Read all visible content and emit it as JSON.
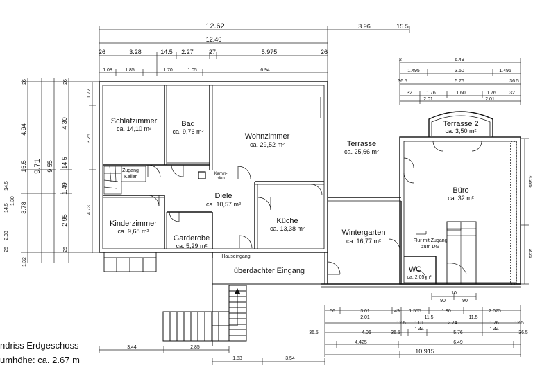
{
  "rooms": {
    "schlafzimmer": {
      "name": "Schlafzimmer",
      "area": "ca. 14,10 m²"
    },
    "bad": {
      "name": "Bad",
      "area": "ca. 9,76 m²"
    },
    "wohnzimmer": {
      "name": "Wohnzimmer",
      "area": "ca. 29,52 m²"
    },
    "terrasse": {
      "name": "Terrasse",
      "area": "ca. 25,66 m²"
    },
    "terrasse2": {
      "name": "Terrasse 2",
      "area": "ca. 3,50 m²"
    },
    "buero": {
      "name": "Büro",
      "area": "ca. 32 m²"
    },
    "diele": {
      "name": "Diele",
      "area": "ca. 10,57 m²"
    },
    "kueche": {
      "name": "Küche",
      "area": "ca. 13,38 m²"
    },
    "kinderzimmer": {
      "name": "Kinderzimmer",
      "area": "ca. 9,68 m²"
    },
    "garderobe": {
      "name": "Garderobe",
      "area": "ca. 5,29 m²"
    },
    "wintergarten": {
      "name": "Wintergarten",
      "area": "ca. 16,77 m²"
    },
    "wc": {
      "name": "WC",
      "area": "ca. 2,05 m²"
    }
  },
  "labels": {
    "zugang_keller_1": "Zugang",
    "zugang_keller_2": "Keller",
    "kamin_1": "Kamin-",
    "kamin_2": "ofen",
    "hauseingang": "Hauseingang",
    "ueberdachter_eingang": "überdachter Eingang",
    "flur_1": "Flur mit Zugang",
    "flur_2": "zum DG"
  },
  "title": {
    "line1": "ndriss Erdgeschoss",
    "line2": "umhöhe: ca. 2.67 m"
  },
  "dims": {
    "top1": "12.62",
    "top1b": "3.96",
    "top1c": "15.5",
    "top2": "12.46",
    "top3": [
      "26",
      "3.28",
      "14.5",
      "2.27",
      "27",
      "5.975",
      "26"
    ],
    "top4": [
      "1.08",
      "1.85",
      "1.70",
      "1.05",
      "6.94"
    ],
    "topR": [
      "2",
      "6.49",
      "1.495",
      "3.50",
      "1.495",
      "36.5",
      "5.76",
      "36.5"
    ],
    "topR2": [
      "32",
      "1.76",
      "1.60",
      "1.76",
      "32"
    ],
    "topR3": [
      "2.01",
      "2.01"
    ],
    "left": [
      "26",
      "4.94",
      "16.5",
      "14.5",
      "3.78",
      "14.5",
      "2.33",
      "26",
      "1.32"
    ],
    "left2": [
      "9.71",
      "9.55"
    ],
    "left3": [
      "26",
      "4.30",
      "14.5",
      "1.30",
      "1.49",
      "2.95",
      "26"
    ],
    "left4": [
      "1.72",
      "3.26",
      "4.73"
    ],
    "right": [
      "4.385",
      "3.25"
    ],
    "bot1": [
      "56",
      "3.01",
      "49",
      "1.555",
      "1.90",
      "2.075"
    ],
    "bot1b": [
      "2.01",
      "11.5",
      "11.5"
    ],
    "bot1c": [
      "10",
      "90",
      "90"
    ],
    "bot2": [
      "12.5",
      "1.01",
      "2.74",
      "1.76",
      "12.5"
    ],
    "bot2b": [
      "1.44",
      "1.44"
    ],
    "bot3": [
      "36.5",
      "4.06",
      "36.5",
      "5.76",
      "36.5"
    ],
    "bot4": [
      "4.425",
      "6.49"
    ],
    "bot5": "10.915",
    "botL": [
      "3.44",
      "2.85"
    ],
    "botL2": [
      "1.83",
      "3.54"
    ]
  }
}
